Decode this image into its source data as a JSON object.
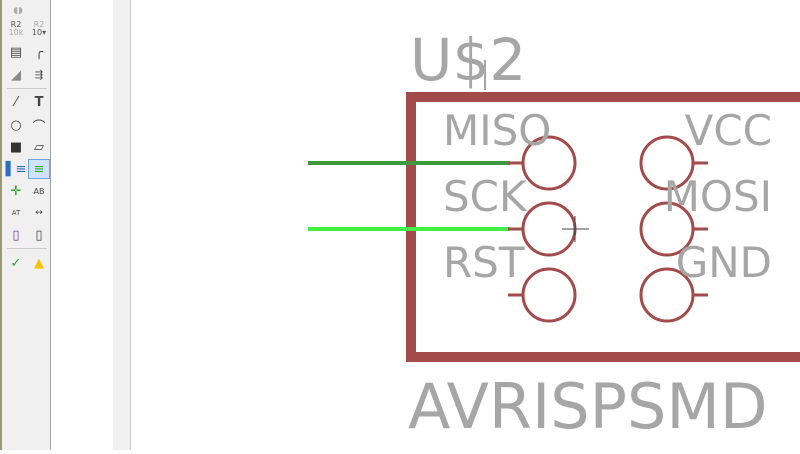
{
  "toolbar": {
    "value_icon_top": "R2",
    "value_icon_bottom": "10k",
    "value_icon2_top": "R2",
    "value_icon2_bottom": "10▾",
    "text_tool": "T",
    "attribute_label": "AT",
    "net_label": "AB",
    "erc_warning": "!"
  },
  "schematic": {
    "part_name": "U$2",
    "part_value": "AVRISPSMD",
    "pins_left": [
      "MISO",
      "SCK",
      "RST"
    ],
    "pins_right": [
      "VCC",
      "MOSI",
      "GND"
    ]
  },
  "colors": {
    "symbol": "#a34a4a",
    "text": "#a6a6a6",
    "net_dark": "#3f9a3f",
    "net_highlight": "#44ee44"
  }
}
